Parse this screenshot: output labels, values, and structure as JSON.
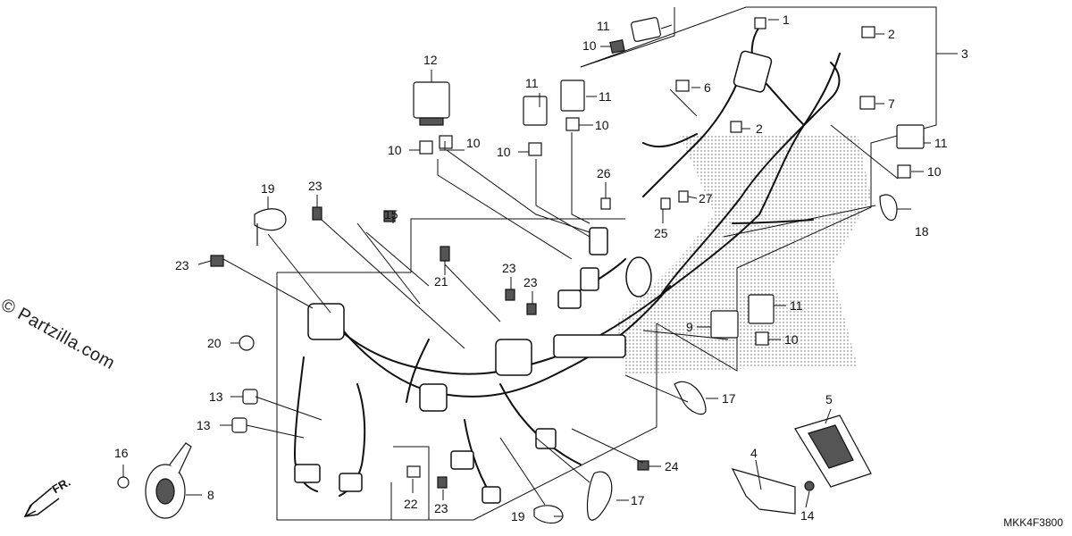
{
  "watermark": "© Partzilla.com",
  "front_label": "FR.",
  "diagram_code": "MKK4F3800",
  "callouts": {
    "c1": "1",
    "c2a": "2",
    "c2b": "2",
    "c3": "3",
    "c4": "4",
    "c5": "5",
    "c6": "6",
    "c7": "7",
    "c8": "8",
    "c9": "9",
    "c10a": "10",
    "c10b": "10",
    "c10c": "10",
    "c10d": "10",
    "c10e": "10",
    "c10f": "10",
    "c10g": "10",
    "c11a": "11",
    "c11b": "11",
    "c11c": "11",
    "c11d": "11",
    "c11e": "11",
    "c12": "12",
    "c13a": "13",
    "c13b": "13",
    "c14": "14",
    "c15": "15",
    "c16": "16",
    "c17a": "17",
    "c17b": "17",
    "c18": "18",
    "c19a": "19",
    "c19b": "19",
    "c20": "20",
    "c21": "21",
    "c22": "22",
    "c23a": "23",
    "c23b": "23",
    "c23c": "23",
    "c23d": "23",
    "c23e": "23",
    "c24": "24",
    "c25": "25",
    "c26": "26",
    "c27": "27"
  }
}
